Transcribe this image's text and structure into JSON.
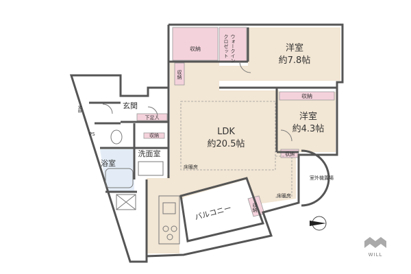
{
  "rooms": {
    "yoshitsu1_name": "洋室",
    "yoshitsu1_size": "約7.8帖",
    "yoshitsu2_name": "洋室",
    "yoshitsu2_size": "約4.3帖",
    "ldk_name": "LDK",
    "ldk_size": "約20.5帖",
    "washroom": "洗面室",
    "bathroom": "浴室",
    "entrance": "玄関",
    "balcony": "バルコニー",
    "walkin_line1": "ウォークイン",
    "walkin_line2": "クロゼット"
  },
  "labels": {
    "storage": "収納",
    "shoe_storage": "下足入",
    "floor_heating": "床暖房",
    "outdoor_unit": "室外機置場",
    "ps": "PS",
    "mb": "MB"
  },
  "logo": {
    "text": "WILL"
  }
}
